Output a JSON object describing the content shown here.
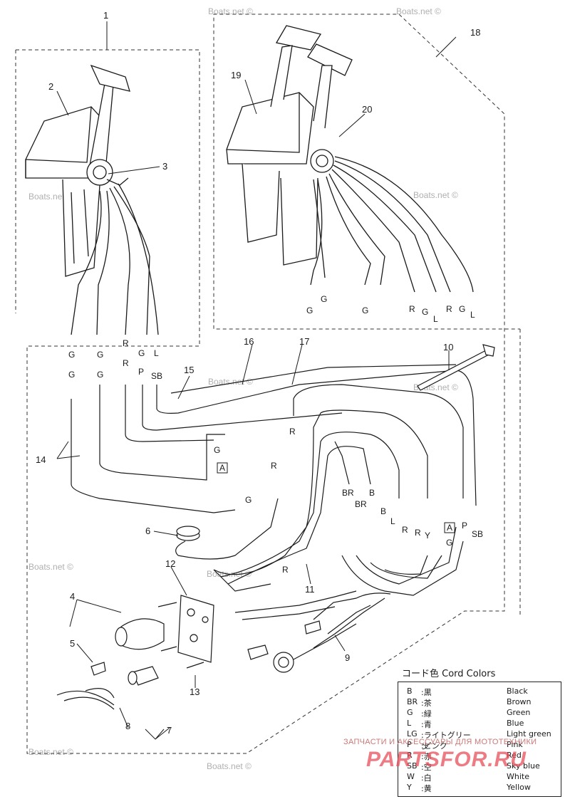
{
  "callouts": {
    "n1": "1",
    "n2": "2",
    "n3": "3",
    "n4": "4",
    "n5": "5",
    "n6": "6",
    "n7": "7",
    "n8": "8",
    "n9": "9",
    "n10": "10",
    "n11": "11",
    "n12": "12",
    "n13": "13",
    "n14": "14",
    "n15": "15",
    "n16": "16",
    "n17": "17",
    "n18": "18",
    "n19": "19",
    "n20": "20"
  },
  "wire_labels": {
    "single_bottom": [
      "G",
      "G",
      "R",
      "G",
      "L"
    ],
    "single_top_row": [
      "G",
      "G",
      "R",
      "G",
      "L"
    ],
    "single_second_row": [
      "G",
      "G",
      "R",
      "P",
      "SB"
    ],
    "dual_bottom": [
      "G",
      "G",
      "G",
      "R",
      "G",
      "L",
      "R",
      "G",
      "L"
    ],
    "harness": {
      "g_a": "G",
      "box_a": "A",
      "r1": "R",
      "r2": "R",
      "g2": "G",
      "br": "BR",
      "br2": "BR",
      "b": "B",
      "b2": "B",
      "l": "L",
      "r3": "R",
      "y": "Y",
      "r4": "R",
      "box_a2": "A",
      "g3": "G",
      "p": "P",
      "sb": "SB",
      "r5": "R"
    }
  },
  "watermarks": [
    "Boats.net",
    "Boats.net ©"
  ],
  "legend": {
    "title": "コード色 Cord Colors",
    "rows": [
      {
        "code": "B",
        "jp": ":黒",
        "en": "Black"
      },
      {
        "code": "BR",
        "jp": ":茶",
        "en": "Brown"
      },
      {
        "code": "G",
        "jp": ":緑",
        "en": "Green"
      },
      {
        "code": "L",
        "jp": ":青",
        "en": "Blue"
      },
      {
        "code": "LG",
        "jp": ":ライトグリーン",
        "en": "Light green"
      },
      {
        "code": "P",
        "jp": ":ピンク",
        "en": "Pink"
      },
      {
        "code": "R",
        "jp": ":赤",
        "en": "Red"
      },
      {
        "code": "SB",
        "jp": ":空",
        "en": "Sky blue"
      },
      {
        "code": "W",
        "jp": ":白",
        "en": "White"
      },
      {
        "code": "Y",
        "jp": ":黄",
        "en": "Yellow"
      }
    ]
  },
  "brand": {
    "tagline": "ЗАПЧАСТИ И АКСЕССУАРЫ ДЛЯ МОТОТЕХНИКИ",
    "logo": "PARTSFOR.RU"
  },
  "colors": {
    "line": "#1a1a1a",
    "dash": "#333333",
    "brand": "#e84f5b"
  }
}
